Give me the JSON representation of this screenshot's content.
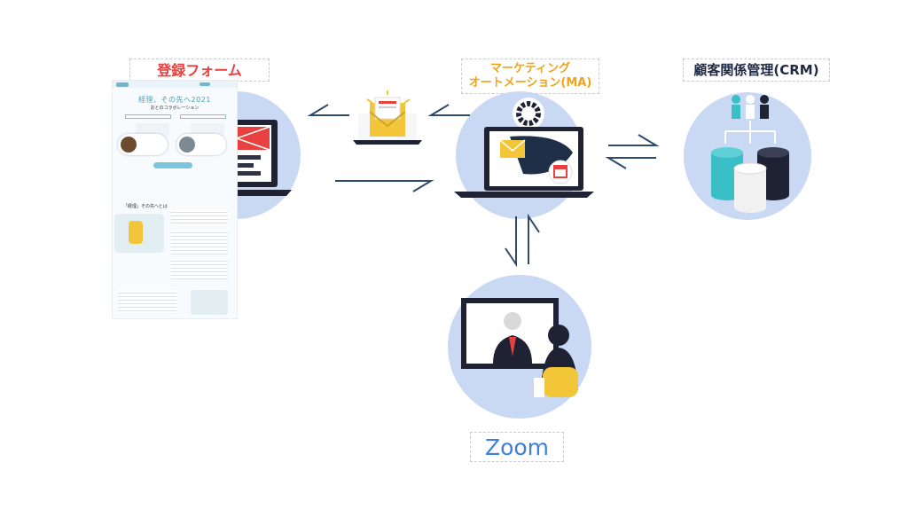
{
  "labels": {
    "form": "登録フォーム",
    "ma_line1": "マーケティング",
    "ma_line2": "オートメーション(MA)",
    "crm": "顧客関係管理(CRM)",
    "zoom": "Zoom"
  },
  "form_page": {
    "title": "経理、その先へ2021",
    "subtitle": "おとのコラボレーション",
    "section": "「経理」その先へとは"
  },
  "colors": {
    "form_label": "#e8413f",
    "ma_label": "#f0a21b",
    "zoom_label": "#3d7fdb",
    "circle": "#c9d8f3",
    "laptop": "#1f2233",
    "accent_red": "#e8413f",
    "arrow": "#2f4a6b"
  }
}
